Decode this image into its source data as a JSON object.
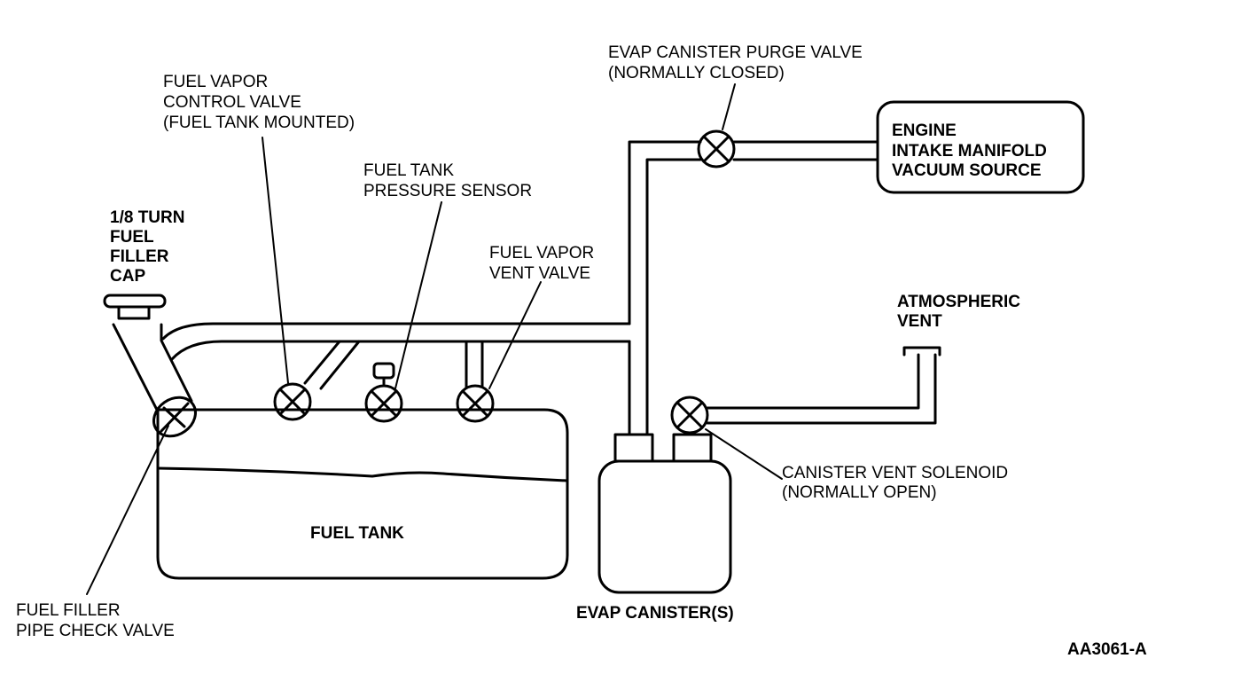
{
  "labels": {
    "fuel_filler_cap": [
      "1/8 TURN",
      "FUEL",
      "FILLER",
      "CAP"
    ],
    "fuel_vapor_control_valve": [
      "FUEL VAPOR",
      "CONTROL VALVE",
      "(FUEL TANK MOUNTED)"
    ],
    "fuel_tank_pressure_sensor": [
      "FUEL TANK",
      "PRESSURE SENSOR"
    ],
    "fuel_vapor_vent_valve": [
      "FUEL VAPOR",
      "VENT VALVE"
    ],
    "evap_purge_valve": [
      "EVAP CANISTER PURGE VALVE",
      "(NORMALLY CLOSED)"
    ],
    "engine_vacuum_source": [
      "ENGINE",
      "INTAKE MANIFOLD",
      "VACUUM SOURCE"
    ],
    "atmospheric_vent": [
      "ATMOSPHERIC",
      "VENT"
    ],
    "canister_vent_solenoid": [
      "CANISTER VENT SOLENOID",
      "(NORMALLY OPEN)"
    ],
    "fuel_tank": "FUEL TANK",
    "evap_canisters": "EVAP CANISTER(S)",
    "fuel_filler_check_valve": [
      "FUEL FILLER",
      "PIPE CHECK VALVE"
    ],
    "figure_code": "AA3061-A"
  }
}
